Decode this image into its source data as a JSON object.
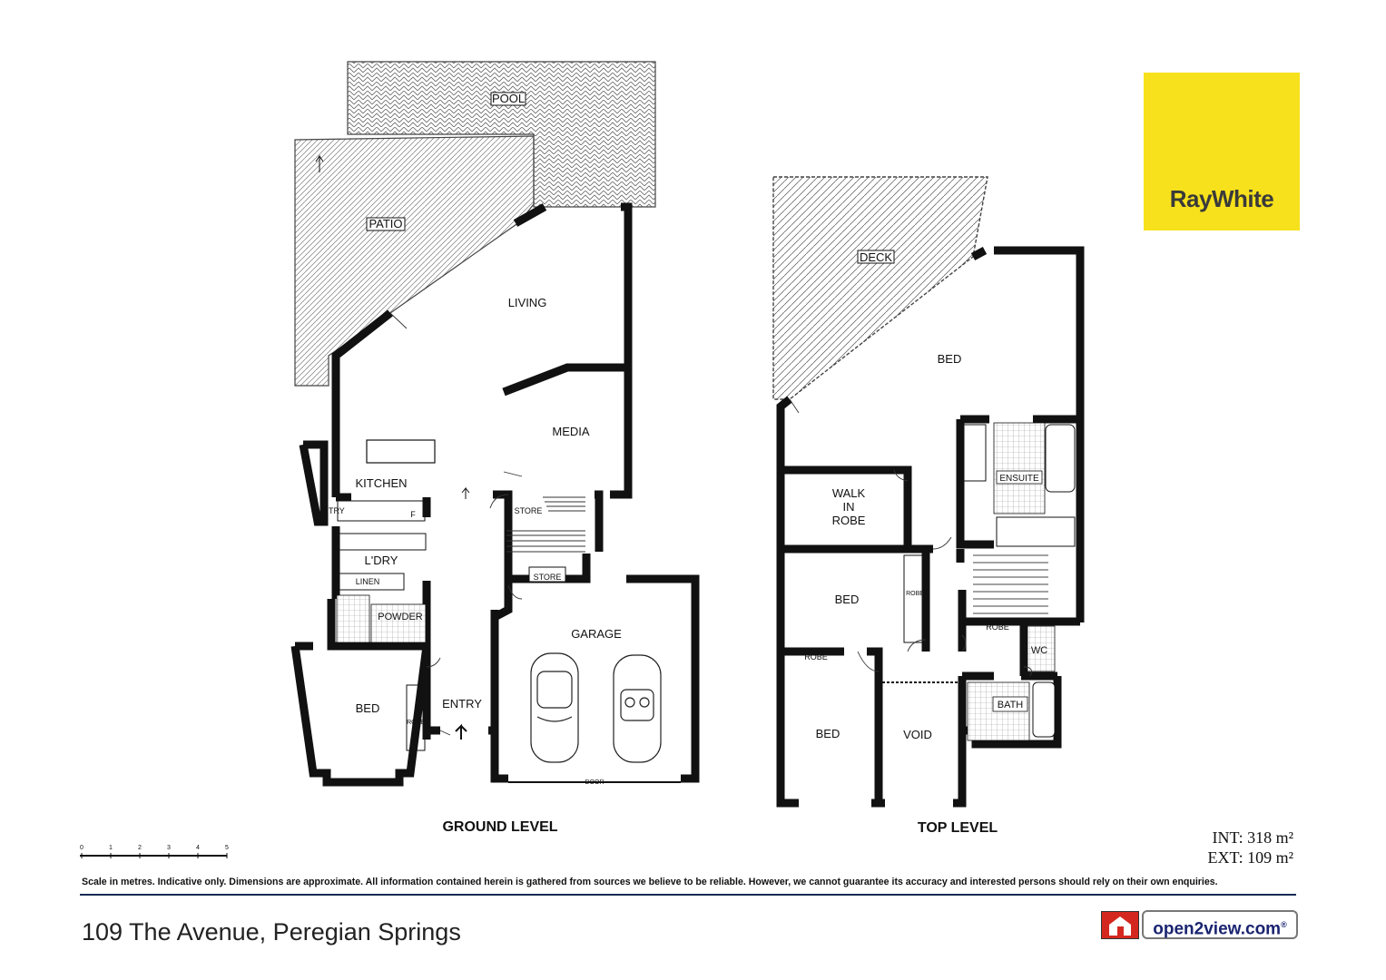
{
  "brand": {
    "agency": "RayWhite",
    "logo_color": "#f7e11c",
    "portal": "open2view.com",
    "portal_mark": "®"
  },
  "levels": {
    "ground": "GROUND LEVEL",
    "top": "TOP LEVEL"
  },
  "ground_rooms": {
    "pool": "POOL",
    "patio": "PATIO",
    "living": "LIVING",
    "media": "MEDIA",
    "kitchen": "KITCHEN",
    "pantry": "P'TRY",
    "fridge": "F",
    "store1": "STORE",
    "store2": "STORE",
    "laundry": "L'DRY",
    "linen": "LINEN",
    "powder": "POWDER",
    "garage": "GARAGE",
    "bed": "BED",
    "robe": "ROBE",
    "entry": "ENTRY",
    "door": "DOOR"
  },
  "top_rooms": {
    "deck": "DECK",
    "bed_main": "BED",
    "ensuite": "ENSUITE",
    "walk_in_robe": [
      "WALK",
      "IN",
      "ROBE"
    ],
    "bed2": "BED",
    "robe2": "ROBE",
    "robe3": "ROBE",
    "robe4": "ROBE",
    "wc": "WC",
    "bath": "BATH",
    "bed3": "BED",
    "void": "VOID"
  },
  "scale": {
    "ticks": [
      "0",
      "1",
      "2",
      "3",
      "4",
      "5"
    ]
  },
  "areas": {
    "internal": "INT: 318 m²",
    "external": "EXT: 109 m²"
  },
  "disclaimer": "Scale in metres. Indicative only. Dimensions are approximate. All information contained herein is gathered from sources we believe to be reliable. However, we cannot guarantee its accuracy and interested persons should rely on their own enquiries.",
  "address": "109 The Avenue, Peregian Springs"
}
